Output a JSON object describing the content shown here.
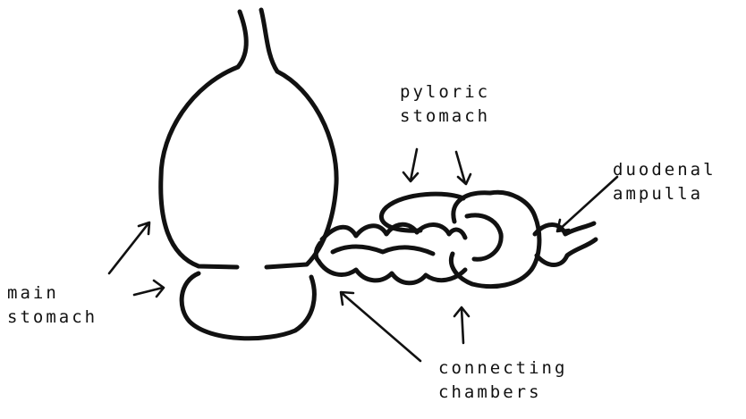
{
  "diagram": {
    "labels": {
      "pyloric_line1": "pyloric",
      "pyloric_line2": "stomach",
      "duodenal_line1": "duodenal",
      "duodenal_line2": "ampulla",
      "main_line1": "main",
      "main_line2": "stomach",
      "connecting_line1": "connecting",
      "connecting_line2": "chambers"
    }
  }
}
